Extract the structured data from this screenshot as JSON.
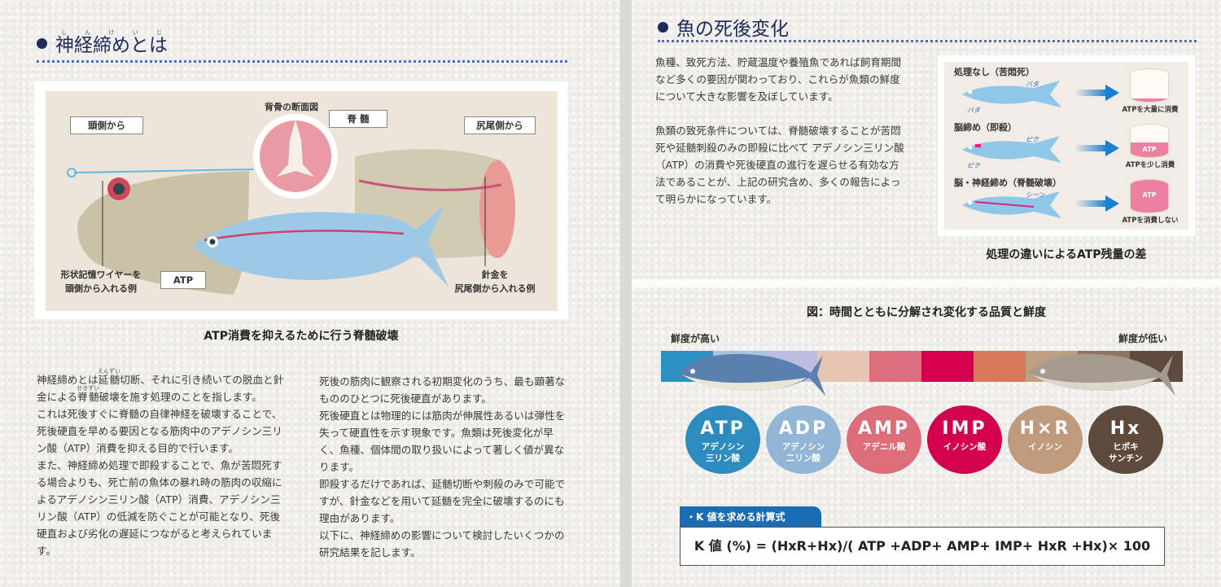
{
  "left": {
    "heading": "神経締めとは",
    "heading_ruby": "しんけいじ",
    "figure": {
      "label_head": "頭側から",
      "label_cross": "背骨の断面図",
      "label_spinal": "脊 髄",
      "label_tail": "尻尾側から",
      "label_atp": "ATP",
      "note_wire": [
        "形状記憶ワイヤーを",
        "頭側から入れる例"
      ],
      "note_needle": [
        "針金を",
        "尻尾側から入れる例"
      ]
    },
    "caption": "ATP消費を抑えるために行う脊髄破壊",
    "col1": {
      "p1a": "神経締めとは",
      "r1": "延髄",
      "r1rt": "えんずい",
      "p1b": "切断、それに引き続いての脱血と針金による",
      "r2": "脊髄",
      "r2rt": "せきずい",
      "p1c": "破壊を施す処理のことを指します。",
      "p2": "これは死後すぐに脊髄の自律神経を破壊することで、死後硬直を早める要因となる筋肉中のアデノシン三リン酸（ATP）消費を抑える目的で行います。",
      "p3": "また、神経締め処理で即殺することで、魚が苦悶死する場合よりも、死亡前の魚体の暴れ時の筋肉の収縮によるアデノシン三リン酸（ATP）消費、アデノシン三リン酸（ATP）の低減を防ぐことが可能となり、死後硬直および劣化の遅延につながると考えられています。"
    },
    "col2": [
      "死後の筋肉に観察される初期変化のうち、最も顕著なもののひとつに死後硬直があります。",
      "死後硬直とは物理的には筋肉が伸展性あるいは弾性を失って硬直性を示す現象です。魚類は死後変化が早く、魚種、個体間の取り扱いによって著しく値が異なります。",
      "即殺するだけであれば、延髄切断や刺殺のみで可能ですが、針金などを用いて延髄を完全に破壊するのにも理由があります。",
      "以下に、神経締めの影響について検討したいくつかの研究結果を記します。"
    ]
  },
  "right": {
    "heading": "魚の死後変化",
    "p1": "魚種、致死方法、貯蔵温度や養殖魚であれば飼育期間など多くの要因が関わっており、これらが魚類の鮮度について大きな影響を及ぼしています。",
    "p2": "魚類の致死条件については、脊髄破壊することが苦悶死や延髄刺殺のみの即殺に比べて アデノシン三リン酸（ATP）の消費や死後硬直の進行を遅らせる有効な方法であることが、上記の研究含め、多くの報告によって明らかになっています。",
    "atp_figure": {
      "rows": [
        {
          "title": "処理なし（苦悶死）",
          "sfx1": "バタ",
          "sfx2": "バタ",
          "result": "ATPを大量に消費",
          "level": 0
        },
        {
          "title": "脳締め（即殺）",
          "sfx1": "ピク",
          "sfx2": "ピク",
          "result": "ATPを少し消費",
          "level": 0.45,
          "cyl": "ATP"
        },
        {
          "title": "脳・神経締め（脊髄破壊）",
          "sfx1": "シーン",
          "sfx2": "",
          "result": "ATPを消費しない",
          "level": 1,
          "cyl": "ATP"
        }
      ],
      "caption": "処理の違いによるATP残量の差"
    },
    "decay": {
      "title": "図：時間とともに分解され変化する品質と鮮度",
      "fresh": "鮮度が高い",
      "stale": "鮮度が低い",
      "bar_colors": [
        "#2e8fc2",
        "#a8c5e0",
        "#bcbde0",
        "#e7c5b5",
        "#dc6d7b",
        "#d4004e",
        "#d9775a",
        "#bf9f82",
        "#8e7563",
        "#5e4a3e"
      ],
      "stages": [
        {
          "abbr": "ATP",
          "name": [
            "アデノシン",
            "三リン酸"
          ],
          "color": "#2d8bbf"
        },
        {
          "abbr": "ADP",
          "name": [
            "アデノシン",
            "二リン酸"
          ],
          "color": "#94b6d6"
        },
        {
          "abbr": "AMP",
          "name": [
            "アデニル酸"
          ],
          "color": "#dd6d78"
        },
        {
          "abbr": "IMP",
          "name": [
            "イノシン酸"
          ],
          "color": "#d3004d"
        },
        {
          "abbr": "H×R",
          "name": [
            "イノシン"
          ],
          "color": "#bf9a7c"
        },
        {
          "abbr": "Hx",
          "name": [
            "ヒポキ",
            "サンチン"
          ],
          "color": "#5d4a3d"
        }
      ]
    },
    "formula": {
      "tab": "・K 値を求める計算式",
      "text": "K 値 (%) = (HxR+Hx)/( ATP +ADP+ AMP+ IMP+ HxR +Hx)× 100"
    }
  }
}
